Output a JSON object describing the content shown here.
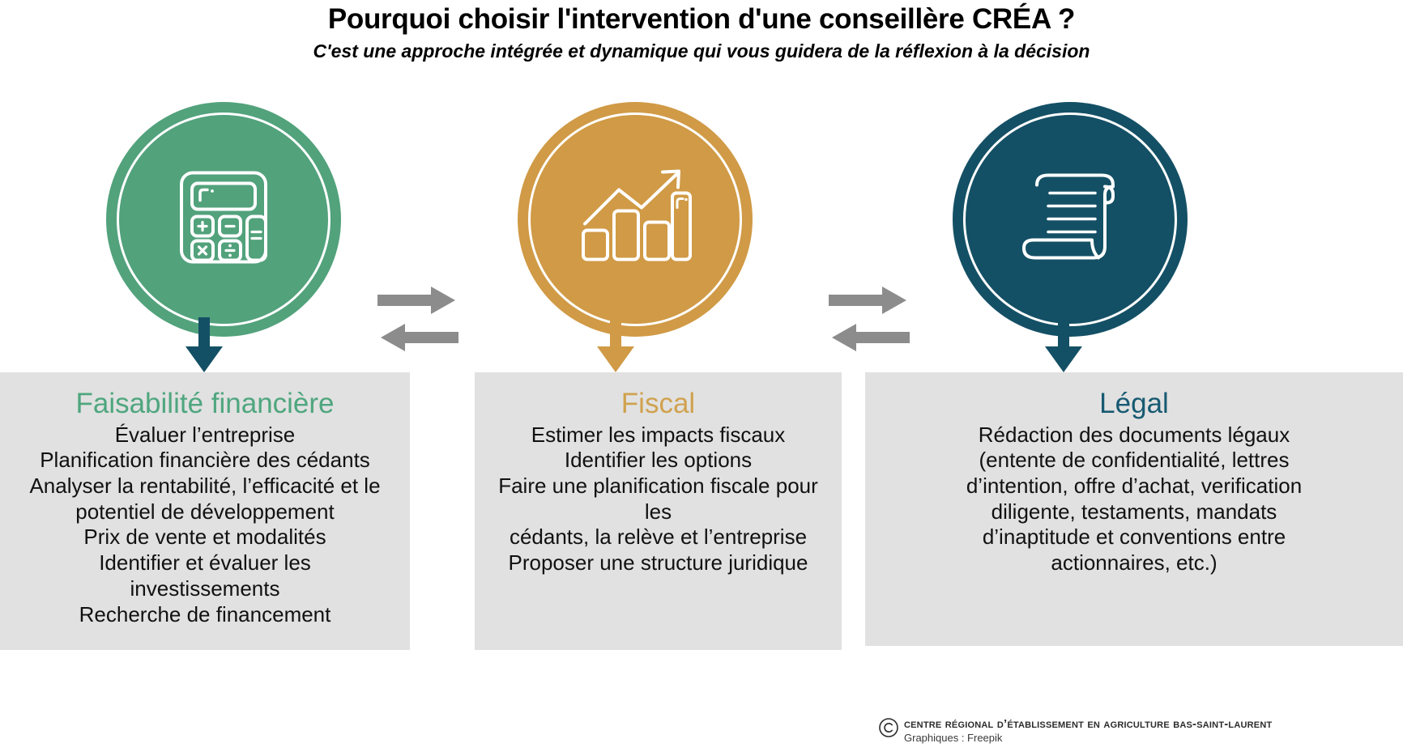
{
  "header": {
    "title": "Pourquoi choisir l'intervention d'une conseillère CRÉA ?",
    "subtitle": "C'est une approche intégrée et dynamique qui vous guidera de la réflexion à la décision"
  },
  "colors": {
    "green": "#52a27c",
    "gold": "#d09a46",
    "teal": "#145065",
    "panel_bg": "#e1e1e1",
    "arrow_gray": "#8c8c8c",
    "title_green": "#4fa67f",
    "title_gold": "#d0a24f",
    "title_teal": "#175a72"
  },
  "circles": [
    {
      "name": "calculator",
      "icon": "calculator-icon",
      "color": "#52a27c"
    },
    {
      "name": "growth-chart",
      "icon": "bar-chart-growth-icon",
      "color": "#d09a46"
    },
    {
      "name": "legal-scroll",
      "icon": "scroll-document-icon",
      "color": "#145065"
    }
  ],
  "connectors": [
    {
      "name": "exchange-arrows-1",
      "icon": "double-arrow-icon"
    },
    {
      "name": "exchange-arrows-2",
      "icon": "double-arrow-icon"
    }
  ],
  "down_arrows": [
    {
      "name": "down-arrow-financial",
      "color": "#145065"
    },
    {
      "name": "down-arrow-fiscal",
      "color": "#d09a46"
    },
    {
      "name": "down-arrow-legal",
      "color": "#145065"
    }
  ],
  "panels": [
    {
      "title": "Faisabilité financière",
      "title_color": "#4fa67f",
      "lines": [
        "Évaluer l’entreprise",
        "Planification financière des cédants",
        "Analyser la rentabilité, l’efficacité et le",
        "potentiel de développement",
        "Prix de vente et modalités",
        "Identifier et évaluer les",
        "investissements",
        "Recherche de financement"
      ]
    },
    {
      "title": "Fiscal",
      "title_color": "#d0a24f",
      "lines": [
        "Estimer les impacts fiscaux",
        "Identifier les options",
        "Faire une planification fiscale pour les",
        "cédants, la relève et l’entreprise",
        "Proposer une structure juridique"
      ]
    },
    {
      "title": "Légal",
      "title_color": "#175a72",
      "lines": [
        "Rédaction des documents légaux",
        "(entente de confidentialité, lettres",
        "d’intention, offre d’achat, verification",
        "diligente, testaments, mandats",
        "d’inaptitude et conventions entre",
        "actionnaires, etc.)"
      ]
    }
  ],
  "footer": {
    "copyright_icon": "copyright-icon",
    "organization": "Centre régional d’établissement en agriculture Bas-Saint-Laurent",
    "credit": "Graphiques : Freepik"
  }
}
